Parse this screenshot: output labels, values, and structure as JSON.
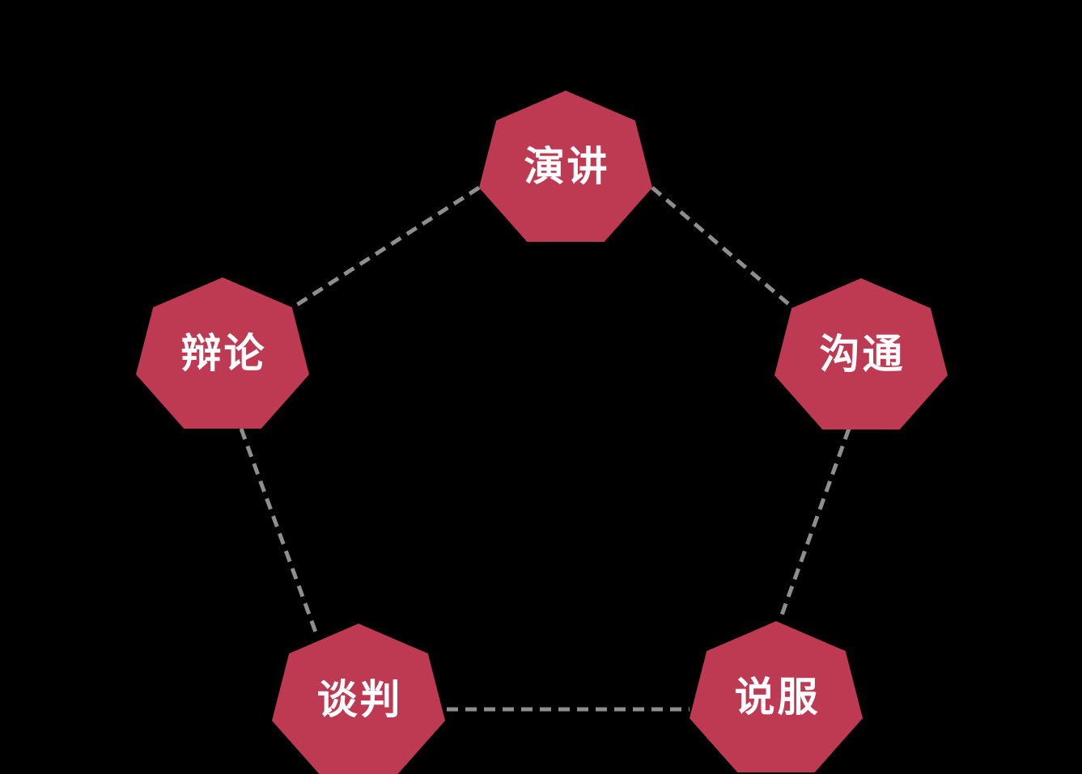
{
  "diagram": {
    "nodes": [
      {
        "id": "speech",
        "label": "演讲",
        "position": "top"
      },
      {
        "id": "debate",
        "label": "辩论",
        "position": "left"
      },
      {
        "id": "communication",
        "label": "沟通",
        "position": "right"
      },
      {
        "id": "negotiation",
        "label": "谈判",
        "position": "bottom-left"
      },
      {
        "id": "persuasion",
        "label": "说服",
        "position": "bottom-right"
      }
    ],
    "connections": [
      {
        "from": "speech",
        "to": "debate"
      },
      {
        "from": "speech",
        "to": "communication"
      },
      {
        "from": "debate",
        "to": "negotiation"
      },
      {
        "from": "communication",
        "to": "persuasion"
      },
      {
        "from": "negotiation",
        "to": "persuasion"
      }
    ],
    "colors": {
      "background": "#000000",
      "node_fill": "#be3952",
      "label": "#ffffff",
      "connector": "#8e8e8e"
    }
  }
}
